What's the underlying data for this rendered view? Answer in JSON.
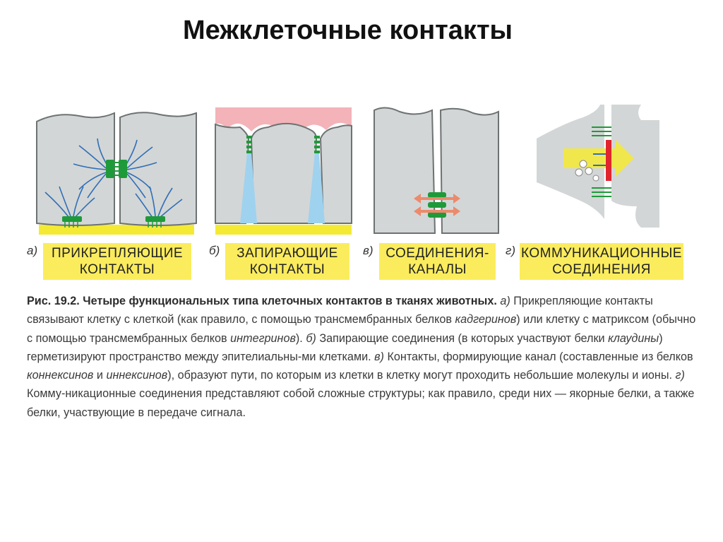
{
  "title": "Межклеточные контакты",
  "panels": [
    {
      "letter": "а)",
      "line1": "ПРИКРЕПЛЯЮЩИЕ",
      "line2": "КОНТАКТЫ"
    },
    {
      "letter": "б)",
      "line1": "ЗАПИРАЮЩИЕ",
      "line2": "КОНТАКТЫ"
    },
    {
      "letter": "в)",
      "line1": "СОЕДИНЕНИЯ-",
      "line2": "КАНАЛЫ"
    },
    {
      "letter": "г)",
      "line1": "КОММУНИКАЦИОННЫЕ",
      "line2": "СОЕДИНЕНИЯ"
    }
  ],
  "caption": {
    "lead": "Рис. 19.2. Четыре функциональных типа клеточных контактов в тканях животных.",
    "a_letter": "а)",
    "t1": "Прикрепляющие контакты связывают клетку с клеткой (как правило, с помощью трансмембранных белков",
    "cadherins": "кадгеринов",
    "t2": ") или клетку с матриксом (обычно с помощью трансмембранных белков",
    "integrins": "интегринов",
    "t3": ").",
    "b_letter": "б)",
    "t4": "Запирающие соединения (в которых участвуют белки",
    "claudins": "клаудины",
    "t5": ") герметизируют пространство между эпителиальны-ми клетками.",
    "v_letter": "в)",
    "t6": "Контакты, формирующие канал (составленные из белков",
    "connexins": "коннексинов",
    "t7": "и",
    "innexins": "иннексинов",
    "t8": "), образуют пути, по которым из клетки в клетку могут проходить небольшие молекулы и ионы.",
    "g_letter": "г)",
    "t9": "Комму-никационные соединения представляют собой сложные структуры; как правило, среди них — якорные белки, а также белки, участвующие в передаче сигнала."
  },
  "colors": {
    "cell": "#d3d6d6",
    "cell_outline": "#6d7272",
    "matrix": "#f4ea34",
    "junction": "#1f9a3a",
    "fiber": "#2f6fb8",
    "lumen": "#f3b3b8",
    "channel": "#9fd2ee",
    "arrow": "#ec8a6b",
    "signal": "#e0252e",
    "label_bg": "#fbec5d"
  }
}
